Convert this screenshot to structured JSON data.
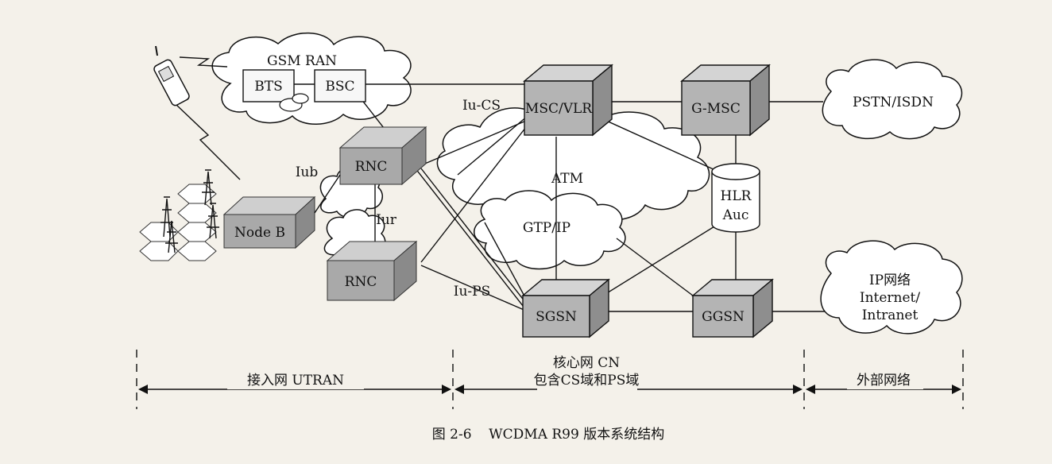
{
  "labels": {
    "gsm_ran": "GSM RAN",
    "bts": "BTS",
    "bsc": "BSC",
    "iu_cs": "Iu-CS",
    "msc_vlr": "MSC/VLR",
    "g_msc": "G-MSC",
    "pstn_isdn": "PSTN/ISDN",
    "rnc_upper": "RNC",
    "rnc_lower": "RNC",
    "iub": "Iub",
    "iur": "Iur",
    "node_b": "Node B",
    "atm": "ATM",
    "gtp_ip": "GTP/IP",
    "hlr": "HLR",
    "auc": "Auc",
    "ip_net": "IP网络",
    "internet": "Internet/",
    "intranet": "Intranet",
    "iu_ps": "Iu-PS",
    "sgsn": "SGSN",
    "ggsn": "GGSN"
  },
  "sections": {
    "access": "接入网 UTRAN",
    "core_line1": "核心网 CN",
    "core_line2": "包含CS域和PS域",
    "external": "外部网络"
  },
  "caption": "图 2-6    WCDMA R99 版本系统结构"
}
